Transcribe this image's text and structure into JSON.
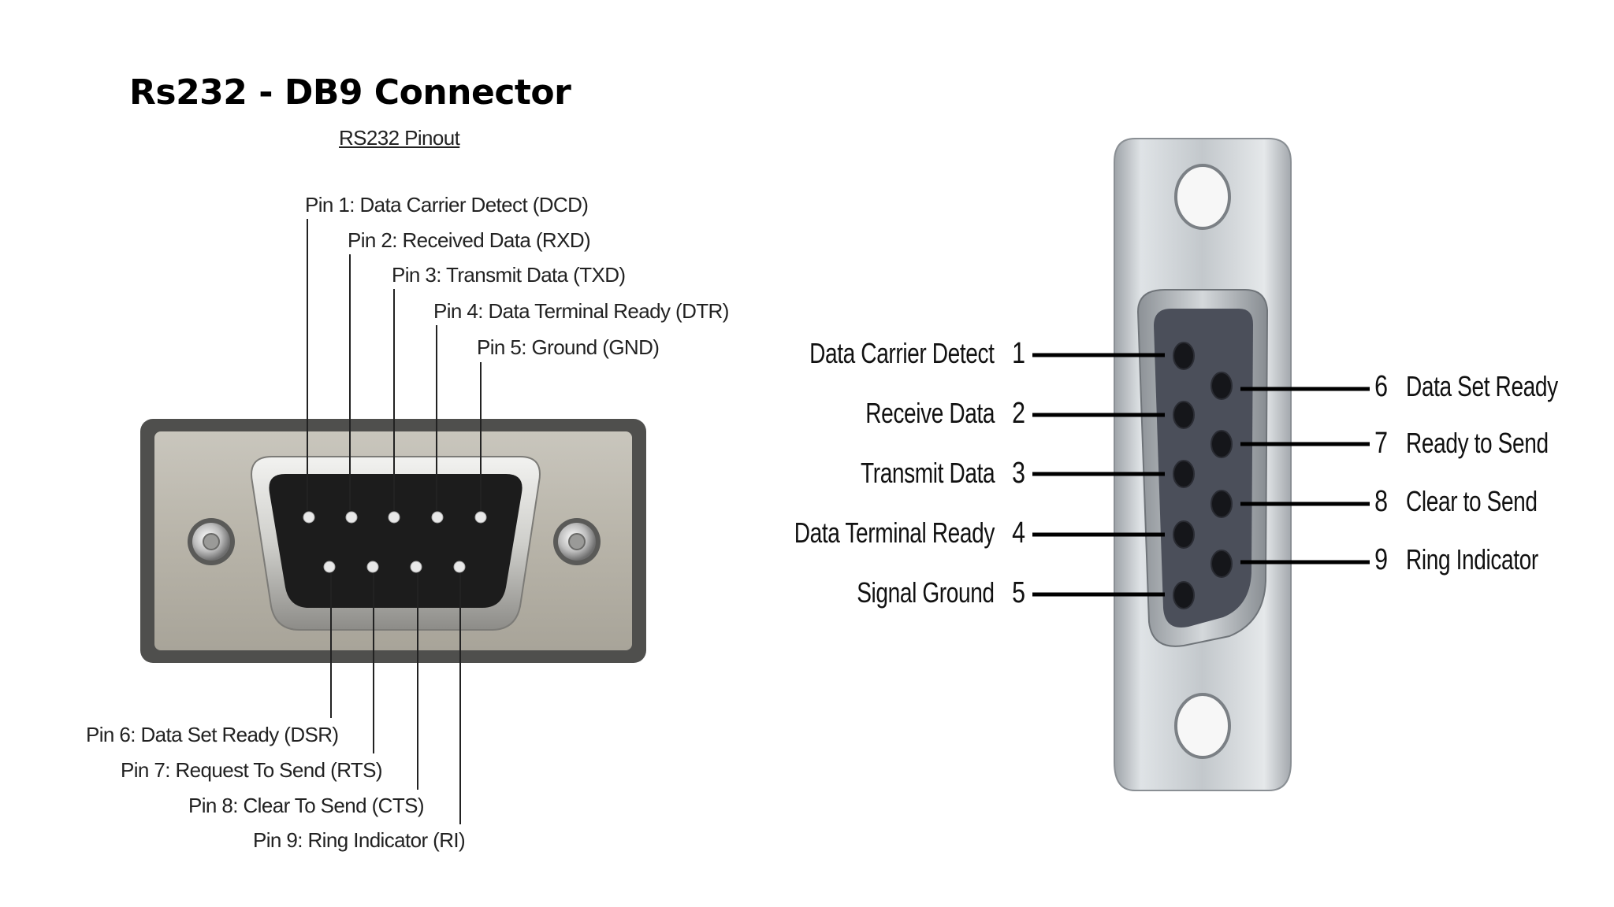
{
  "slide": {
    "title": "Rs232 - DB9 Connector"
  },
  "left_diagram": {
    "title": "RS232 Pinout",
    "top_pins": [
      {
        "pin": 1,
        "label": "Pin 1: Data Carrier Detect (DCD)"
      },
      {
        "pin": 2,
        "label": "Pin 2: Received Data (RXD)"
      },
      {
        "pin": 3,
        "label": "Pin 3: Transmit Data (TXD)"
      },
      {
        "pin": 4,
        "label": "Pin 4: Data Terminal Ready (DTR)"
      },
      {
        "pin": 5,
        "label": "Pin 5: Ground (GND)"
      }
    ],
    "bottom_pins": [
      {
        "pin": 6,
        "label": "Pin 6: Data Set Ready (DSR)"
      },
      {
        "pin": 7,
        "label": "Pin 7: Request To Send (RTS)"
      },
      {
        "pin": 8,
        "label": "Pin 8: Clear To Send (CTS)"
      },
      {
        "pin": 9,
        "label": "Pin 9: Ring Indicator (RI)"
      }
    ]
  },
  "right_diagram": {
    "left_pins": [
      {
        "number": "1",
        "label": "Data Carrier Detect"
      },
      {
        "number": "2",
        "label": "Receive Data"
      },
      {
        "number": "3",
        "label": "Transmit Data"
      },
      {
        "number": "4",
        "label": "Data Terminal Ready"
      },
      {
        "number": "5",
        "label": "Signal Ground"
      }
    ],
    "right_pins": [
      {
        "number": "6",
        "label": "Data Set Ready"
      },
      {
        "number": "7",
        "label": "Ready to Send"
      },
      {
        "number": "8",
        "label": "Clear to Send"
      },
      {
        "number": "9",
        "label": "Ring Indicator"
      }
    ]
  }
}
